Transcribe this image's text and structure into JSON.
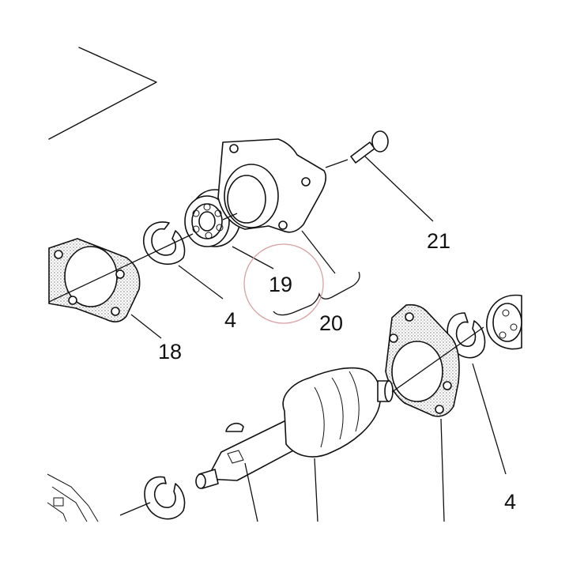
{
  "callouts": {
    "c18": "18",
    "c4_upper": "4",
    "c19": "19",
    "c20": "20",
    "c21": "21",
    "c4_lower": "4"
  },
  "highlight_color": "#d9a0a4"
}
